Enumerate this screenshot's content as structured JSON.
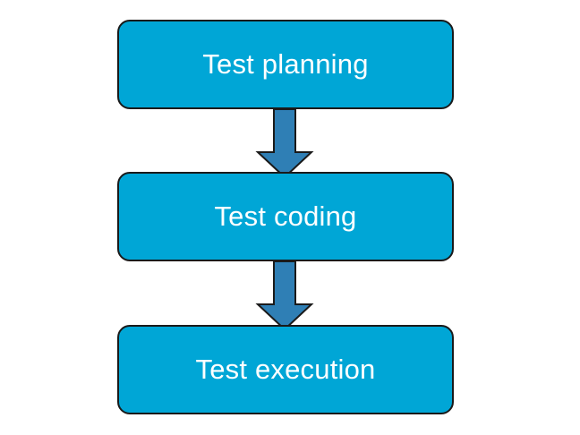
{
  "flowchart": {
    "steps": [
      {
        "label": "Test planning"
      },
      {
        "label": "Test coding"
      },
      {
        "label": "Test execution"
      }
    ],
    "colors": {
      "box_fill": "#00a6d6",
      "box_border": "#1a1a1a",
      "arrow_fill": "#2f7fb5",
      "arrow_stroke": "#1a1a1a",
      "text": "#ffffff"
    }
  }
}
